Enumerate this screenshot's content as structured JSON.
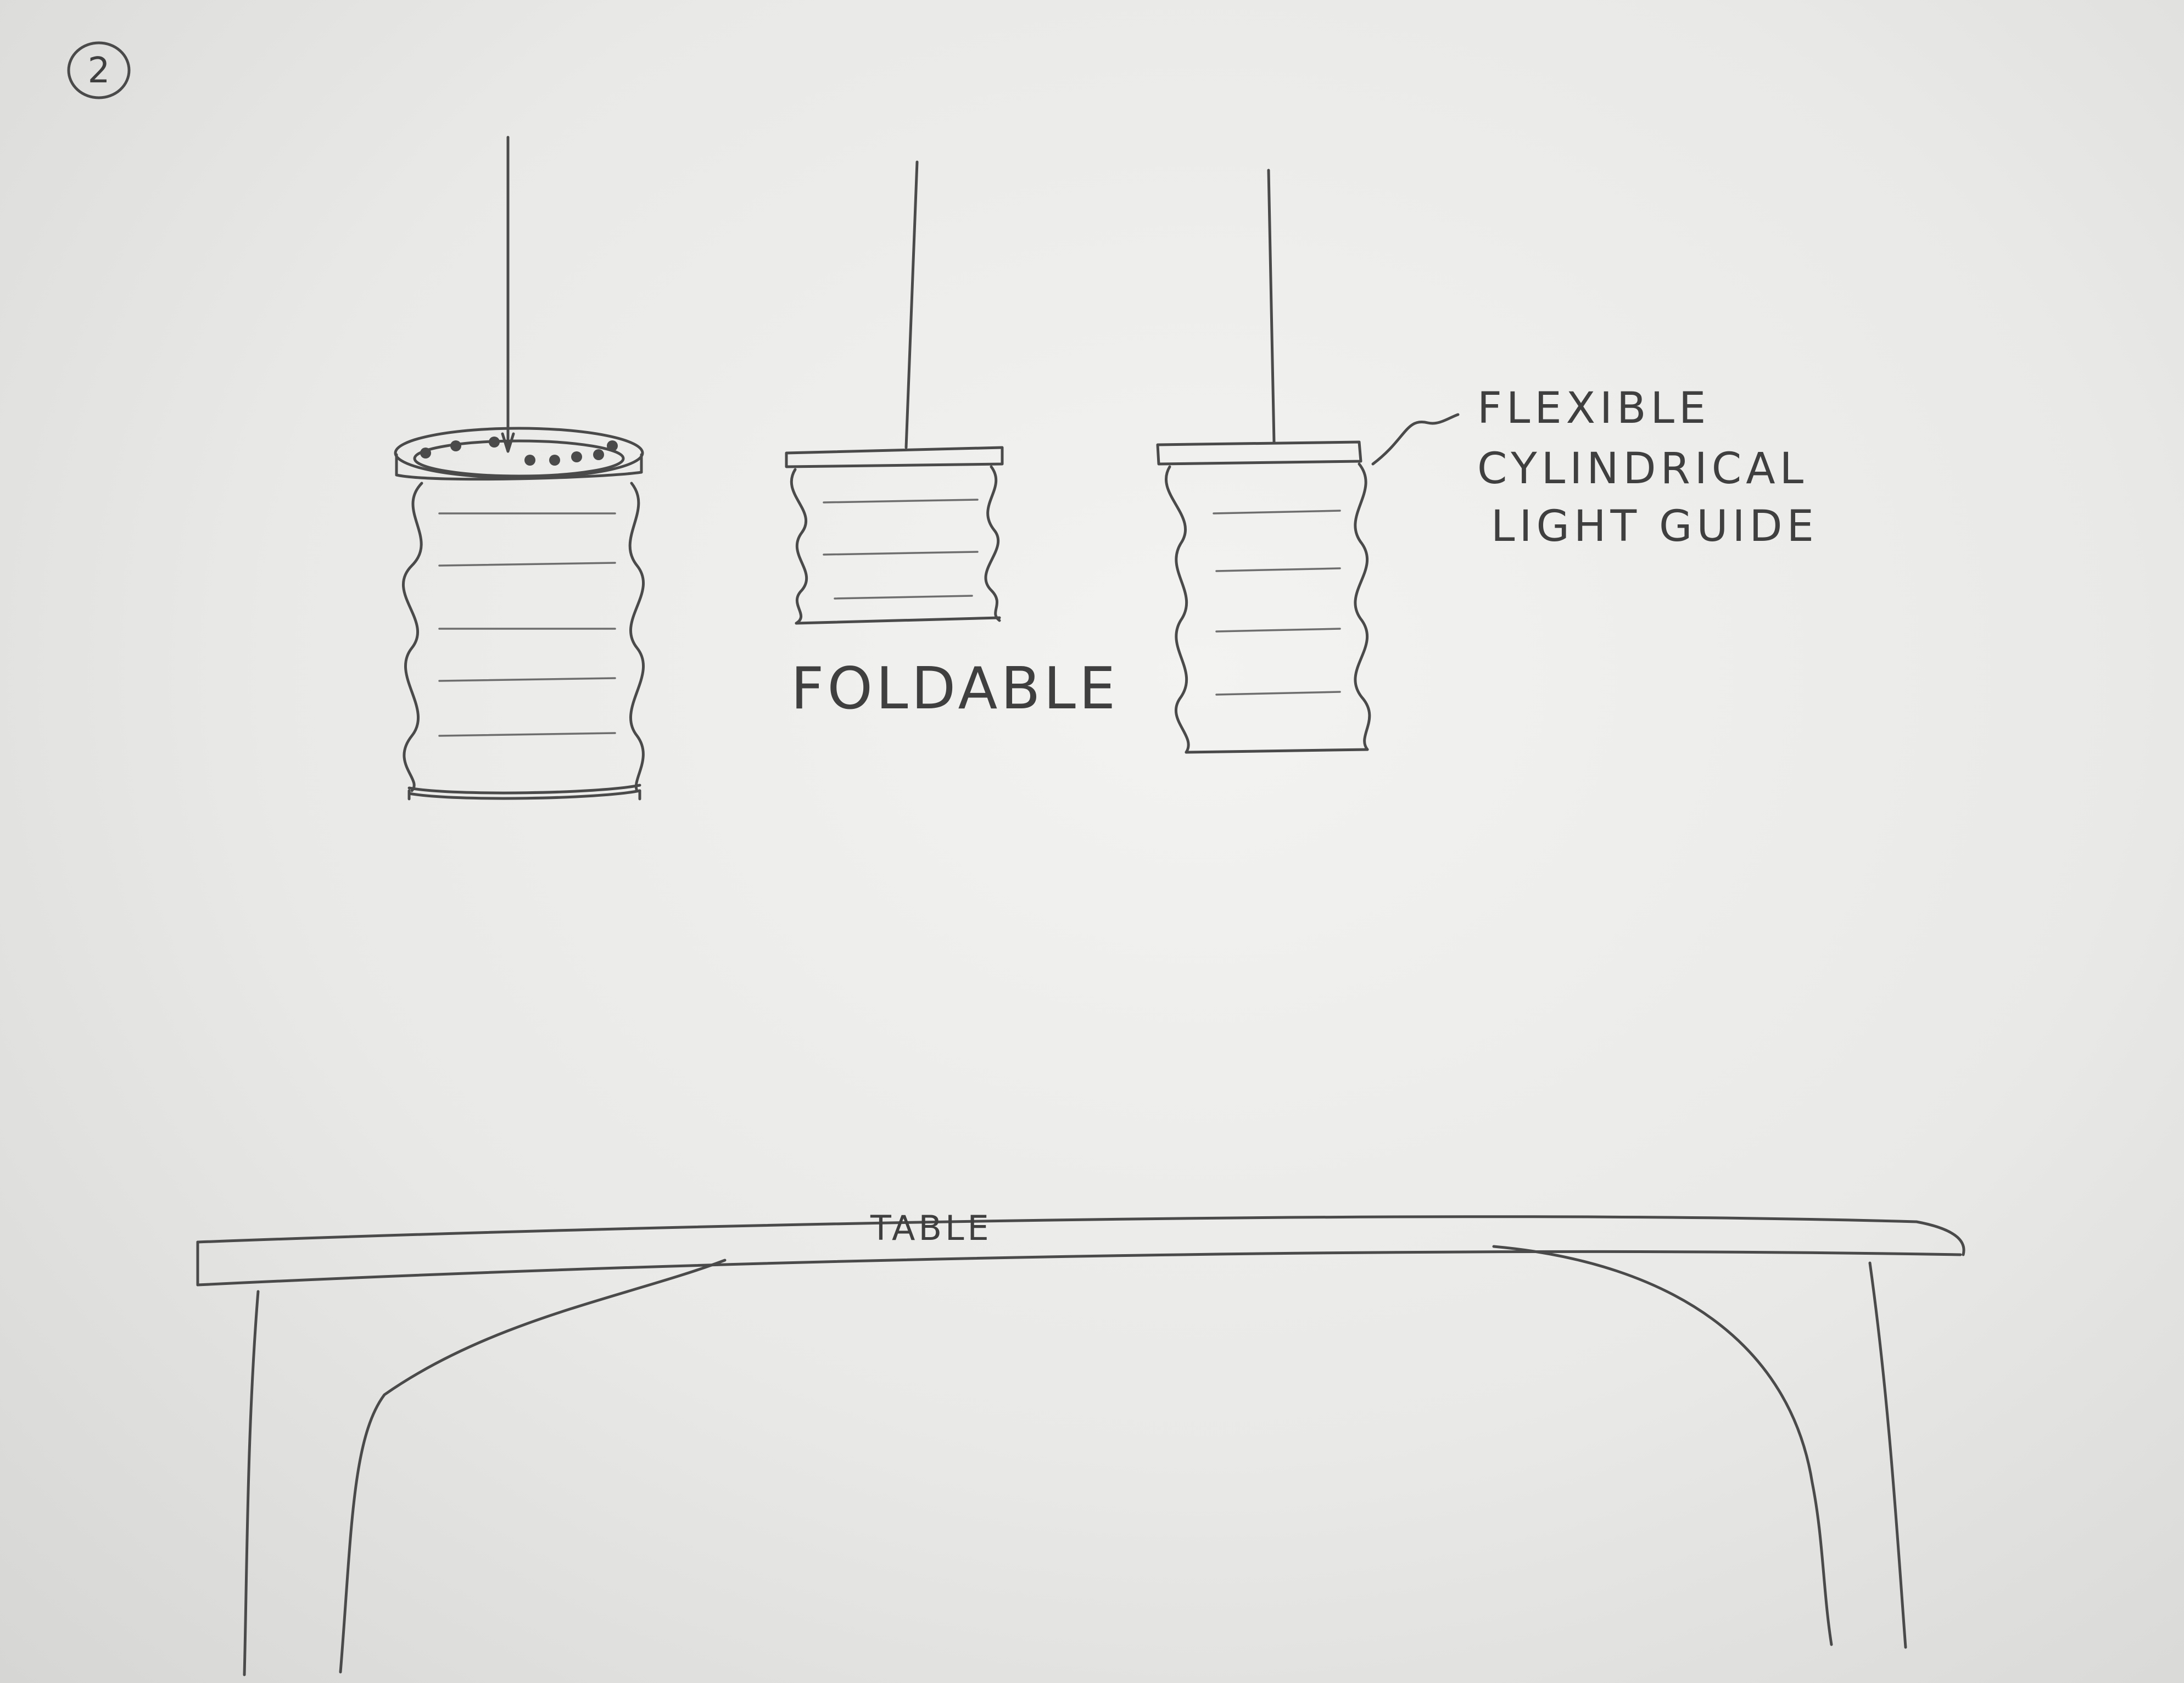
{
  "page_number": "2",
  "labels": {
    "foldable": "FOLDABLE",
    "guide_line1": "FLEXIBLE",
    "guide_line2": "CYLINDRICAL",
    "guide_line3": "LIGHT GUIDE",
    "table": "TABLE"
  },
  "colors": {
    "paper": "#ececea",
    "pencil": "#4a4a4a"
  }
}
